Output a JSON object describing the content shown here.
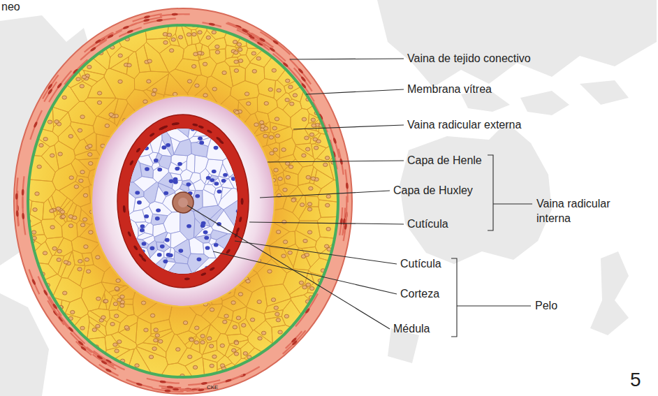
{
  "diagram": {
    "labels": [
      "neo",
      "Vaina de tejido conectivo",
      "Membrana vítrea",
      "Vaina radicular externa",
      "Capa de Henle",
      "Capa de Huxley",
      "Vaina radicular interna",
      "Cutícula",
      "Cutícula",
      "Corteza",
      "Pelo",
      "Médula",
      "CKE",
      "5"
    ]
  }
}
